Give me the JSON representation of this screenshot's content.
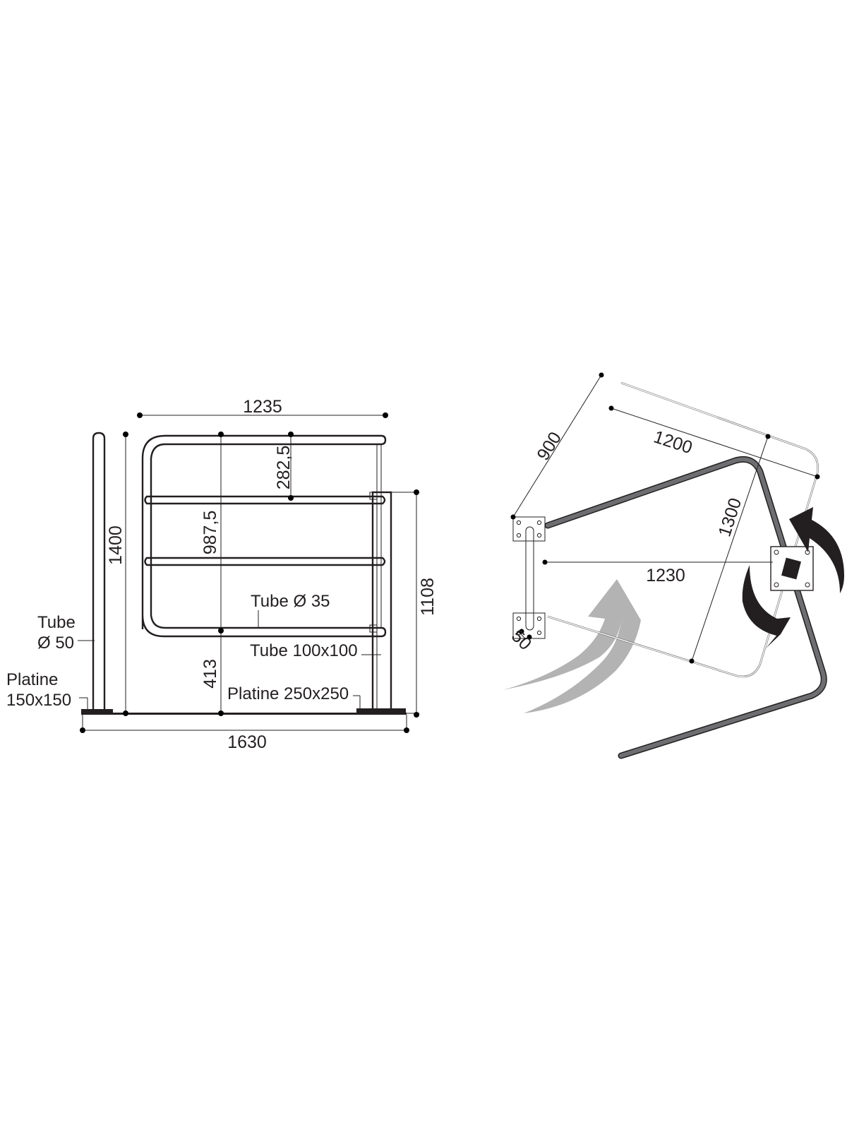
{
  "front_view": {
    "dimensions": {
      "top_width": "1235",
      "top_rail_gap": "282,5",
      "total_height": "1400",
      "inner_height": "987,5",
      "bottom_gap": "413",
      "post_height": "1108",
      "total_width": "1630"
    },
    "labels": {
      "tube_50_line1": "Tube",
      "tube_50_line2": "Ø 50",
      "platine_150_line1": "Platine",
      "platine_150_line2": "150x150",
      "tube_35": "Tube Ø 35",
      "tube_100": "Tube 100x100",
      "platine_250": "Platine 250x250"
    }
  },
  "top_view": {
    "dimensions": {
      "diag_900": "900",
      "width_1200": "1200",
      "length_1300": "1300",
      "span_1230": "1230",
      "offset_50": "50"
    },
    "icons": [
      "curved-arrow-icon",
      "rotate-clockwise-icon",
      "rotate-counterclockwise-icon"
    ],
    "colors": {
      "line": "#231f20",
      "swing_gate": "#6d6e71",
      "arrow": "#b3b3b3"
    }
  }
}
